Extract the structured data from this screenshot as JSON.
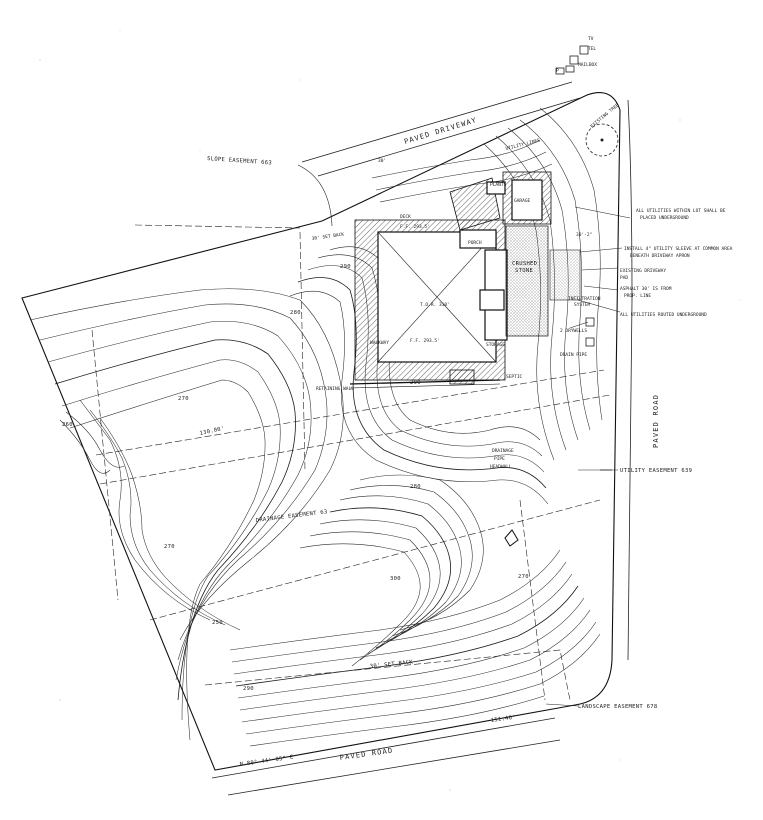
{
  "labels": {
    "paved_driveway": "PAVED DRIVEWAY",
    "paved_road_right": "PAVED ROAD",
    "paved_road_bottom": "PAVED ROAD",
    "slope_easement": "SLOPE EASEMENT 663",
    "utility_lines": "UTILITY LINES",
    "existing_tree": "EXISTING TREE",
    "utilities_underground_1": "ALL UTILITIES WITHIN LOT SHALL BE",
    "utilities_underground_2": "PLACED UNDERGROUND",
    "install_sleeve_1": "INSTALL 4\" UTILITY SLEEVE AT COMMON AREA",
    "install_sleeve_2": "BENEATH DRIVEWAY APRON",
    "existing_driveway": "EXISTING DRIVEWAY",
    "existing_driveway_2": "PAD",
    "asphalt_1": "ASPHALT 30' IS FROM",
    "asphalt_2": "PROP. LINE",
    "utilities_routed": "ALL UTILITIES ROUTED UNDERGROUND",
    "crushed_stone_1": "CRUSHED",
    "crushed_stone_2": "STONE",
    "infiltration_1": "INFILTRATION",
    "infiltration_2": "SYSTEM",
    "drywells": "2 DRYWELLS",
    "drain_pipe": "DRAIN PIPE",
    "utility_easement": "UTILITY EASEMENT 639",
    "drainage_headwall_1": "DRAINAGE",
    "drainage_headwall_2": "PIPE",
    "drainage_headwall_3": "HEADWALL",
    "drainage_easement": "DRAINAGE EASEMENT 63",
    "setback": "30' SET BACK",
    "landscape_easement": "LANDSCAPE EASEMENT 678",
    "bearing": "N 80° 44' 05\" E",
    "distance_bottom": "151.46'",
    "distance_left": "130.00'",
    "set_back_top": "30' SET BACK",
    "fin_floor": "F.F. 293.5'",
    "ff_lower": "F.F. 293.5'",
    "top_of_ridge": "T.O.R. 310'",
    "elev_270": "270",
    "elev_280a": "280",
    "elev_280b": "280",
    "elev_290": "290",
    "elev_300": "300",
    "elev_260": "260",
    "elev_270b": "270",
    "elev_290b": "290",
    "elev_250": "250",
    "elev_270c": "270",
    "elev_290c": "290",
    "dim_top": "30'",
    "dim_right": "30'-2\"",
    "septic": "SEPTIC",
    "retaining_wall": "RETAINING WALL",
    "walkway": "WALKWAY",
    "garage": "GARAGE",
    "deck": "DECK",
    "porch": "PORCH",
    "plants": "PLANTS",
    "mailbox": "MAILBOX",
    "tv": "TV",
    "tel": "TEL",
    "p": "P",
    "storage": "STORAGE"
  }
}
